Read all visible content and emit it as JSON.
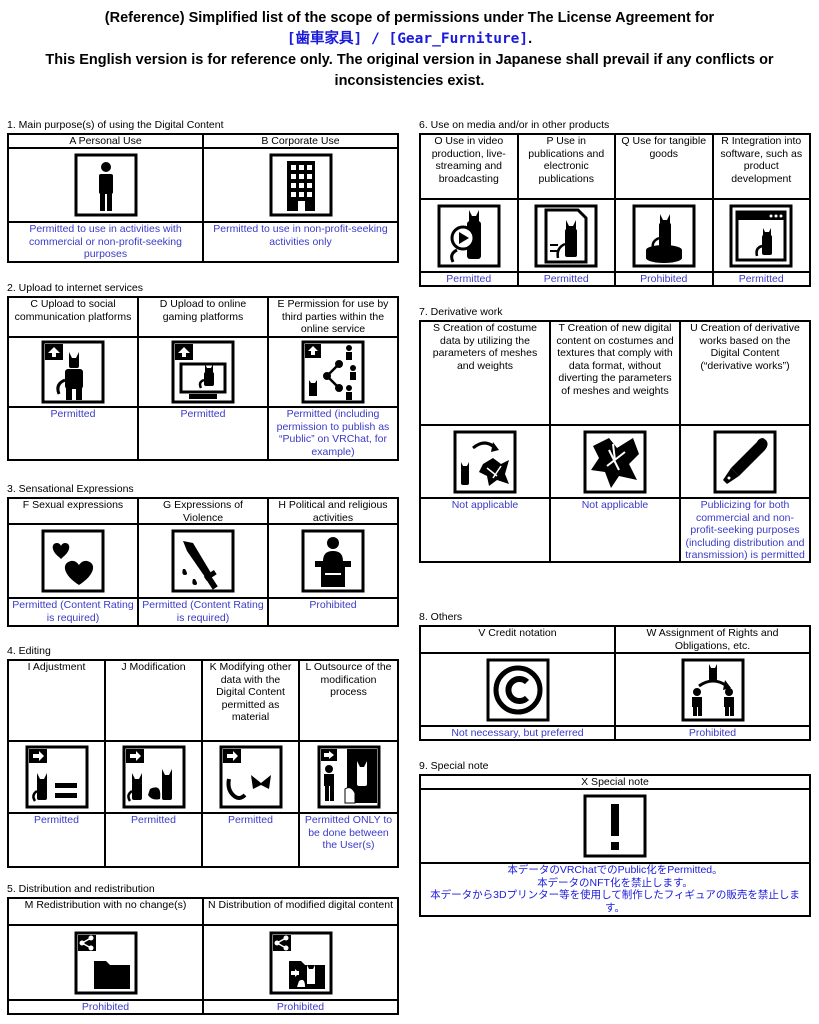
{
  "header": {
    "line1": "(Reference) Simplified list of the scope of permissions under The License Agreement for",
    "product": "[歯車家具] / [Gear_Furniture]",
    "product_suffix": ".",
    "line3": "This English version is for reference only. The original version in Japanese shall prevail if any conflicts or",
    "line4": "inconsistencies exist."
  },
  "s1": {
    "title": "1. Main purpose(s) of using the Digital Content",
    "items": [
      {
        "title": "A Personal Use",
        "icon": "person-icon",
        "status": "Permitted to use in activities with commercial or non-profit-seeking purposes"
      },
      {
        "title": "B Corporate Use",
        "icon": "building-icon",
        "status": "Permitted to use in non-profit-seeking activities only"
      }
    ]
  },
  "s2": {
    "title": "2. Upload to internet services",
    "items": [
      {
        "title": "C Upload to social communication platforms",
        "icon": "upload-avatar-icon",
        "status": "Permitted"
      },
      {
        "title": "D Upload to online gaming platforms",
        "icon": "upload-monitor-icon",
        "status": "Permitted"
      },
      {
        "title": "E Permission for use by third parties within the online service",
        "icon": "share-network-icon",
        "status": "Permitted (including permission to publish as “Public” on VRChat, for example)"
      }
    ]
  },
  "s3": {
    "title": "3. Sensational Expressions",
    "items": [
      {
        "title": "F Sexual expressions",
        "icon": "hearts-icon",
        "status": "Permitted (Content Rating is required)"
      },
      {
        "title": "G Expressions of Violence",
        "icon": "knife-icon",
        "status": "Permitted (Content Rating is required)"
      },
      {
        "title": "H Political and religious activities",
        "icon": "podium-icon",
        "status": "Prohibited"
      }
    ]
  },
  "s4": {
    "title": "4. Editing",
    "items": [
      {
        "title": "I Adjustment",
        "icon": "adjust-icon",
        "status": "Permitted"
      },
      {
        "title": "J Modification",
        "icon": "modify-icon",
        "status": "Permitted"
      },
      {
        "title": "K Modifying other data with the Digital Content permitted as material",
        "icon": "material-icon",
        "status": "Permitted"
      },
      {
        "title": "L Outsource of the modification process",
        "icon": "outsource-icon",
        "status": "Permitted ONLY to be done between the User(s)"
      }
    ]
  },
  "s5": {
    "title": "5. Distribution and redistribution",
    "items": [
      {
        "title": "M Redistribution with no change(s)",
        "icon": "share-folder-icon",
        "status": "Prohibited"
      },
      {
        "title": "N Distribution of modified digital content",
        "icon": "share-modified-folder-icon",
        "status": "Prohibited"
      }
    ]
  },
  "s6": {
    "title": "6. Use on media and/or in other products",
    "items": [
      {
        "title": "O Use in video production, live-streaming and broadcasting",
        "icon": "video-play-icon",
        "status": "Permitted"
      },
      {
        "title": "P Use in publications and electronic publications",
        "icon": "publication-icon",
        "status": "Permitted"
      },
      {
        "title": "Q Use for tangible goods",
        "icon": "figure-icon",
        "status": "Prohibited"
      },
      {
        "title": "R Integration into software, such as product development",
        "icon": "software-window-icon",
        "status": "Permitted"
      }
    ]
  },
  "s7": {
    "title": "7. Derivative work",
    "items": [
      {
        "title": "S Creation of costume data by utilizing the parameters of meshes and weights",
        "icon": "costume-transfer-icon",
        "status": "Not applicable"
      },
      {
        "title": "T Creation of new digital content on costumes and textures that comply with data format, without diverting the parameters of meshes and weights",
        "icon": "costume-icon",
        "status": "Not applicable"
      },
      {
        "title": "U Creation of derivative works based on the Digital Content (“derivative works”)",
        "icon": "pen-nib-icon",
        "status": "Publicizing for both commercial and non-profit-seeking purposes (including distribution and transmission) is permitted"
      }
    ]
  },
  "s8": {
    "title": "8. Others",
    "items": [
      {
        "title": "V Credit notation",
        "icon": "copyright-icon",
        "status": "Not necessary, but preferred"
      },
      {
        "title": "W Assignment of Rights and Obligations, etc.",
        "icon": "transfer-rights-icon",
        "status": "Prohibited"
      }
    ]
  },
  "s9": {
    "title": "9. Special note",
    "item_title": "X Special note",
    "icon": "exclamation-icon",
    "notes": [
      "本データのVRChatでのPublic化をPermitted。",
      "本データのNFT化を禁止します。",
      "本データから3Dプリンター等を使用して制作したフィギュアの販売を禁止します。"
    ]
  },
  "colors": {
    "status_text": "#3a3ac8",
    "link_text": "#1a1adc",
    "border": "#000000"
  }
}
